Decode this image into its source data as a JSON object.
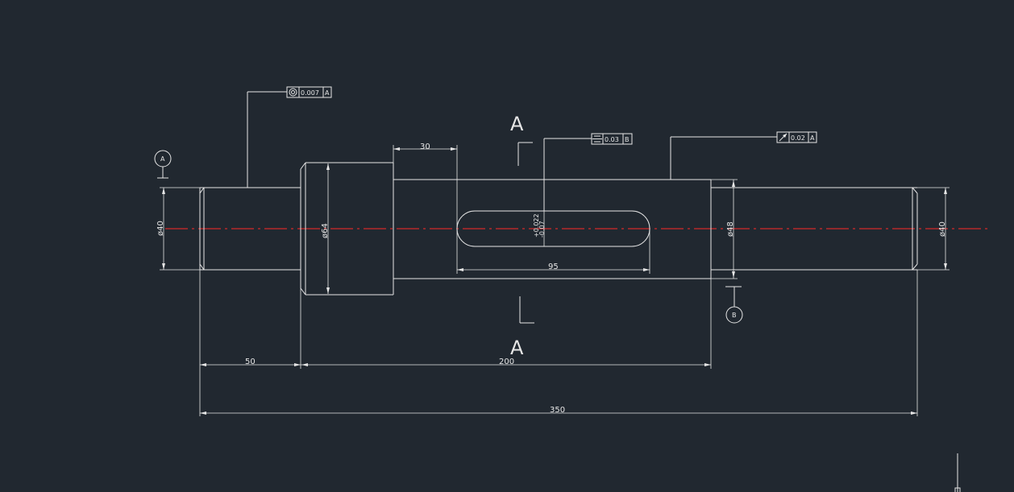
{
  "drawing": {
    "background": "#212830",
    "line_color": "#e6e6e6",
    "centerline_color": "#d42a2a"
  },
  "dimensions": {
    "overall_length": "350",
    "left_journal_length": "50",
    "middle_length": "200",
    "keyway_offset": "30",
    "keyway_length": "95",
    "dia_left_journal": "ø40",
    "dia_collar": "ø64",
    "dia_middle": "ø48",
    "dia_right_journal": "ø40",
    "keyway_tol_upper": "+0.022",
    "keyway_tol_lower": "-0.07"
  },
  "tolerances": {
    "runout": {
      "symbol": "runout-icon",
      "value": "0.007",
      "datum": "A"
    },
    "symmetry": {
      "symbol": "symmetry-icon",
      "value": "0.03",
      "datum": "B"
    },
    "circular_runout": {
      "symbol": "circular-runout-icon",
      "value": "0.02",
      "datum": "A"
    }
  },
  "datums": {
    "a": "A",
    "b": "B"
  },
  "section": {
    "top_label": "A",
    "bottom_label": "A"
  }
}
